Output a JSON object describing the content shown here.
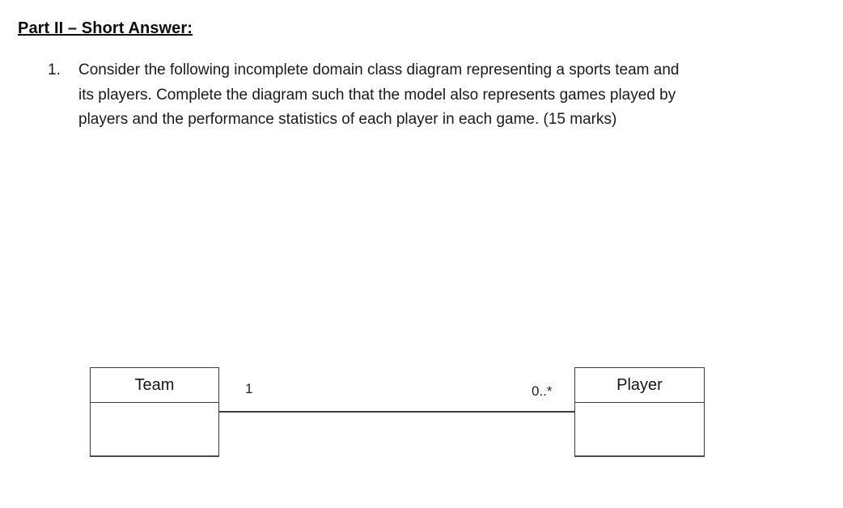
{
  "document": {
    "heading": "Part II – Short Answer:"
  },
  "question": {
    "number": "1.",
    "lines": [
      "Consider the following incomplete domain class diagram representing a sports team and",
      "its players. Complete the diagram such that the model also represents games played by",
      "players and the performance statistics of each player in each game. (15 marks)"
    ]
  },
  "diagram": {
    "type": "uml-class-diagram",
    "classes": [
      {
        "name": "Team",
        "attributes": []
      },
      {
        "name": "Player",
        "attributes": []
      }
    ],
    "association": {
      "from": "Team",
      "to": "Player",
      "team_multiplicity": "1",
      "player_multiplicity": "0..*"
    },
    "line_color": "#3d3d3d"
  }
}
